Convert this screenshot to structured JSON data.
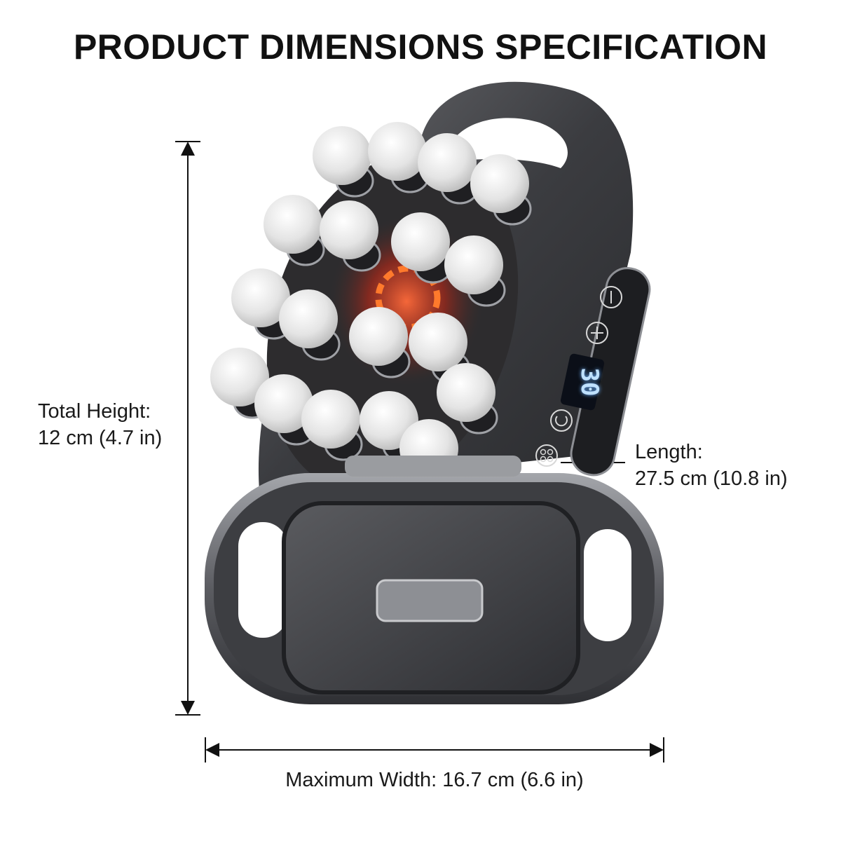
{
  "title": "PRODUCT DIMENSIONS SPECIFICATION",
  "dimensions": {
    "height": {
      "label": "Total Height:",
      "value": "12 cm (4.7 in)"
    },
    "length": {
      "label": "Length:",
      "value": "27.5 cm (10.8 in)"
    },
    "width": {
      "label": "Maximum Width: 16.7 cm (6.6 in)"
    }
  },
  "product": {
    "name_icon": "massager-image",
    "display_value": "30",
    "controls": [
      "minus-icon",
      "plus-icon",
      "power-icon",
      "mode-icon"
    ],
    "massage_node_count": 18
  },
  "colors": {
    "body": "#4a4b4f",
    "rim": "#8c8e93",
    "nodes": "#ececec",
    "heat": "#ff4a1f",
    "display": "#bfe1ff"
  }
}
